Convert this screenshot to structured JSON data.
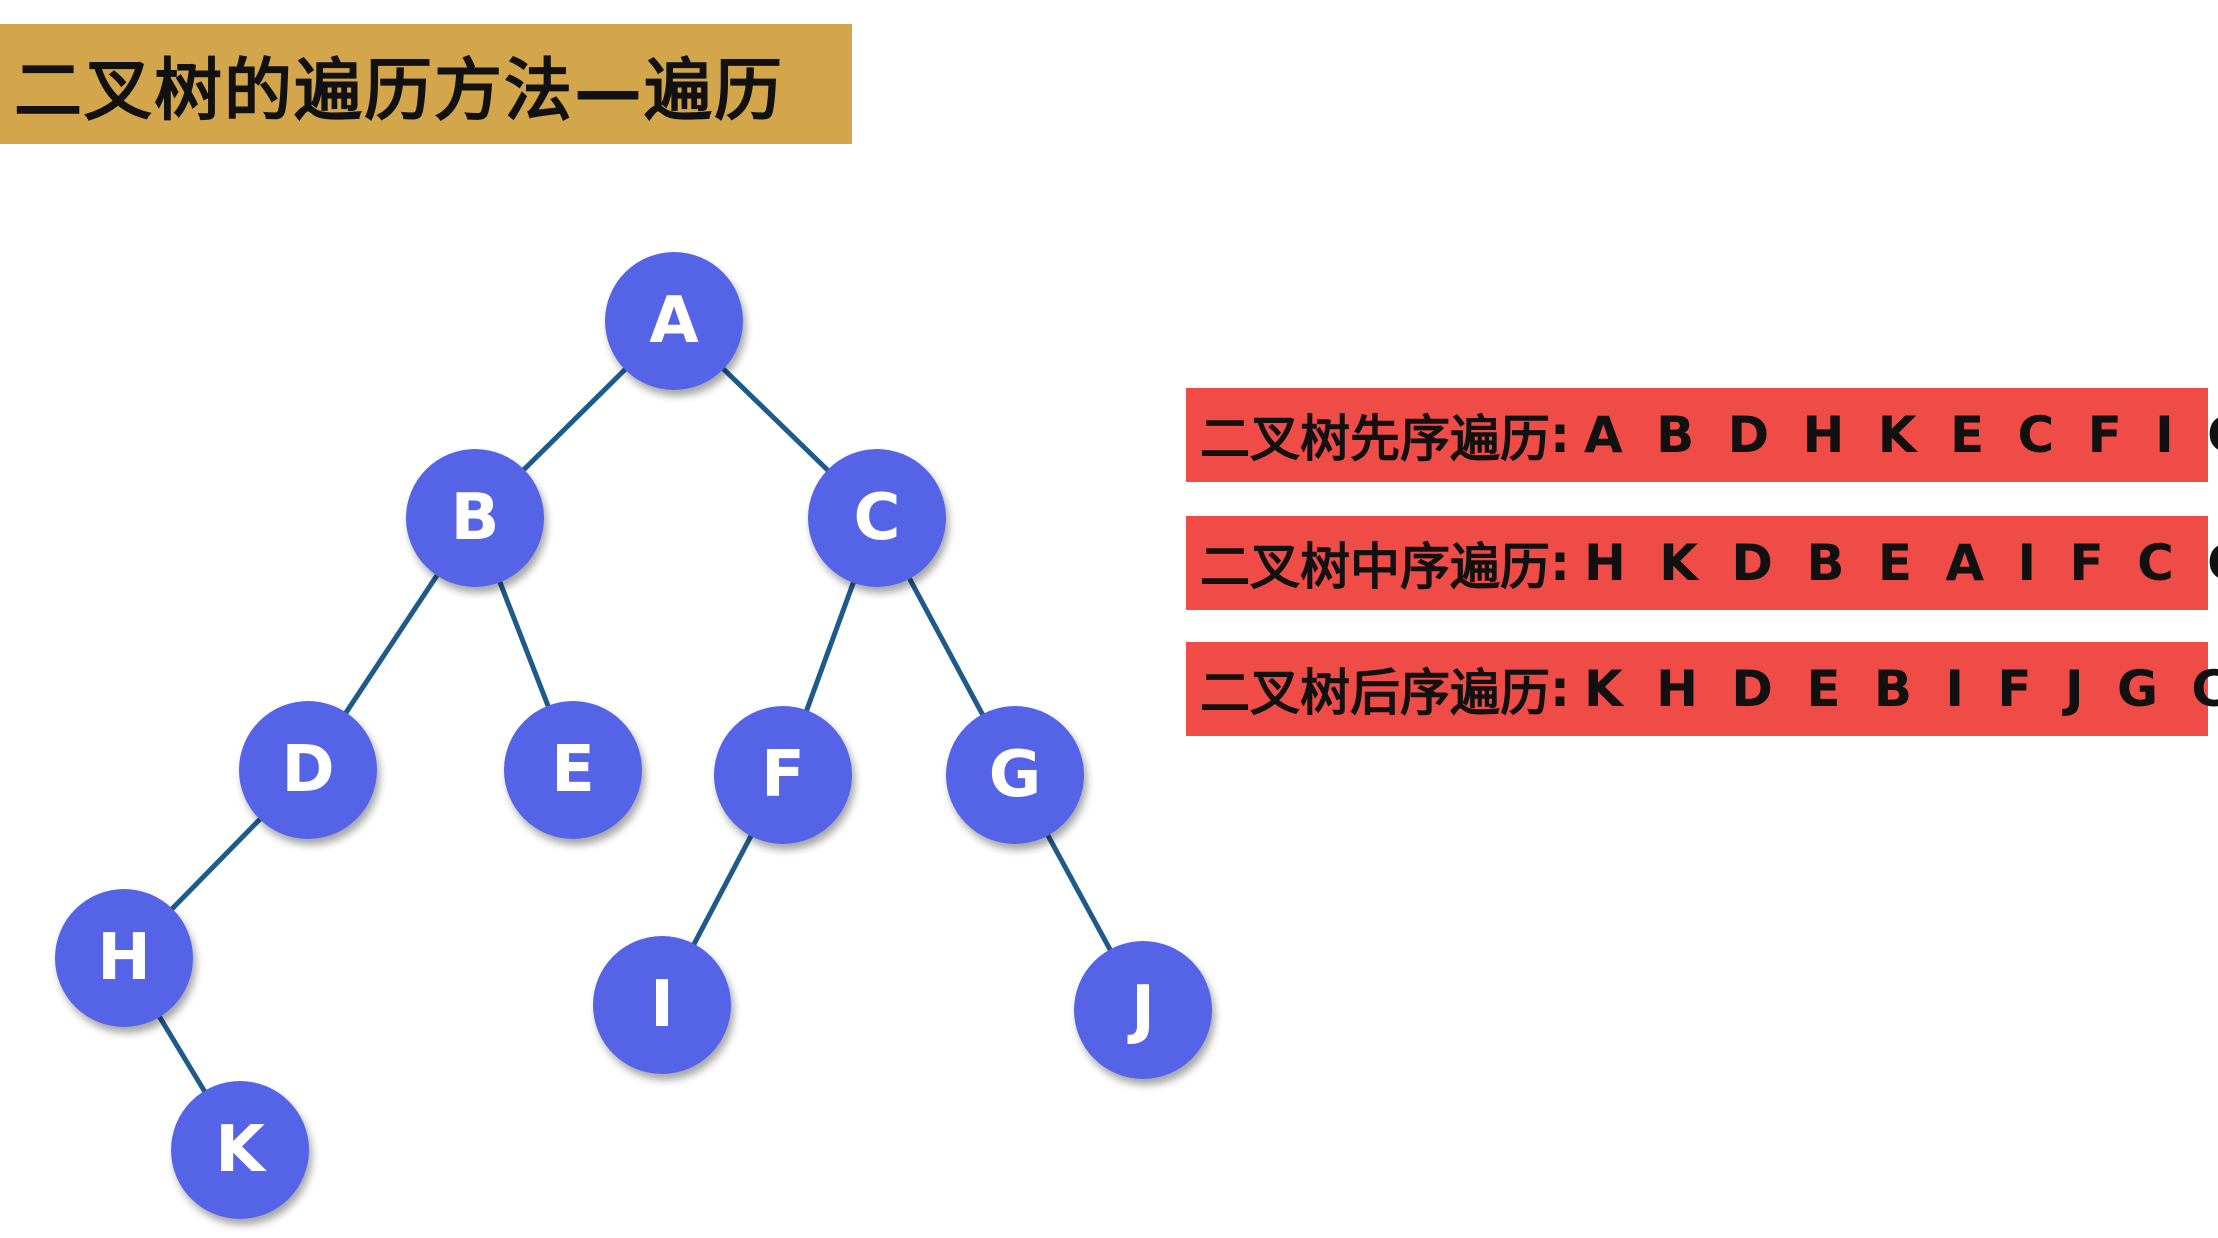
{
  "title": "二叉树的遍历方法—遍历",
  "colors": {
    "title_bg": "#d4a64c",
    "node_fill": "#5563e6",
    "edge": "#1e5a8a",
    "box_bg": "#ef4c47"
  },
  "tree": {
    "nodes": [
      "A",
      "B",
      "C",
      "D",
      "E",
      "F",
      "G",
      "H",
      "I",
      "J",
      "K"
    ],
    "edges": [
      [
        "A",
        "B"
      ],
      [
        "A",
        "C"
      ],
      [
        "B",
        "D"
      ],
      [
        "B",
        "E"
      ],
      [
        "C",
        "F"
      ],
      [
        "C",
        "G"
      ],
      [
        "D",
        "H"
      ],
      [
        "H",
        "K"
      ],
      [
        "F",
        "I"
      ],
      [
        "G",
        "J"
      ]
    ]
  },
  "traversals": [
    {
      "name": "二叉树先序遍历",
      "sequence": "A B D H K E C F I G J"
    },
    {
      "name": "二叉树中序遍历",
      "sequence": "H K D B E A I F C G J"
    },
    {
      "name": "二叉树后序遍历",
      "sequence": "K H D E B I F J G C A"
    }
  ]
}
